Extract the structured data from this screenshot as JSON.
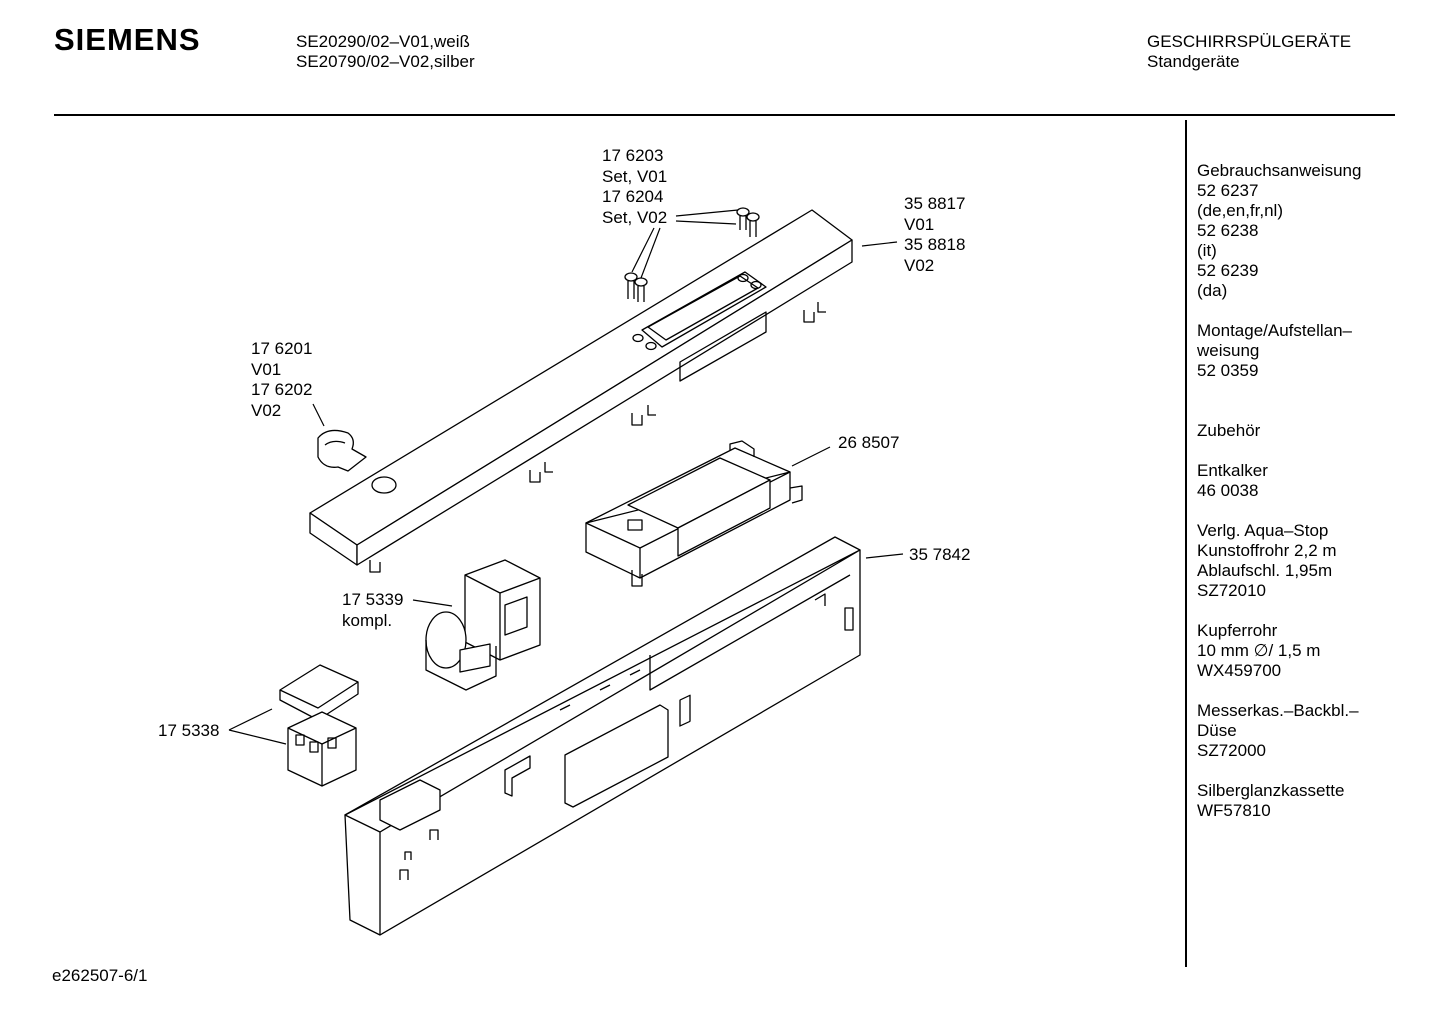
{
  "header": {
    "brand": "SIEMENS",
    "models": [
      "SE20290/02–V01,weiß",
      "SE20790/02–V02,silber"
    ],
    "category": [
      "GESCHIRRSPÜLGERÄTE",
      "Standgeräte"
    ]
  },
  "part_labels": {
    "p176203": [
      "17 6203",
      "Set, V01",
      "17 6204",
      "Set, V02"
    ],
    "p358817": [
      "35 8817",
      "V01",
      "35 8818",
      "V02"
    ],
    "p176201": [
      "17 6201",
      "V01",
      "17 6202",
      "V02"
    ],
    "p268507": [
      "26 8507"
    ],
    "p357842": [
      "35 7842"
    ],
    "p175339": [
      "17 5339",
      "kompl."
    ],
    "p175338": [
      "17 5338"
    ]
  },
  "sidebar": {
    "blocks": [
      [
        "Gebrauchsanweisung",
        "52 6237",
        "(de,en,fr,nl)",
        "52 6238",
        "(it)",
        "52 6239",
        "(da)"
      ],
      [
        "Montage/Aufstellan–",
        "weisung",
        "52 0359"
      ],
      [
        ""
      ],
      [
        "Zubehör"
      ],
      [
        "Entkalker",
        "46 0038"
      ],
      [
        "Verlg. Aqua–Stop",
        "Kunstoffrohr 2,2 m",
        "Ablaufschl. 1,95m",
        "SZ72010"
      ],
      [
        "Kupferrohr",
        "10 mm ∅/ 1,5 m",
        "WX459700"
      ],
      [
        "Messerkas.–Backbl.–",
        "Düse",
        "SZ72000"
      ],
      [
        "Silberglanzkassette",
        "WF57810"
      ]
    ]
  },
  "footer": {
    "code": "e262507-6/1"
  }
}
